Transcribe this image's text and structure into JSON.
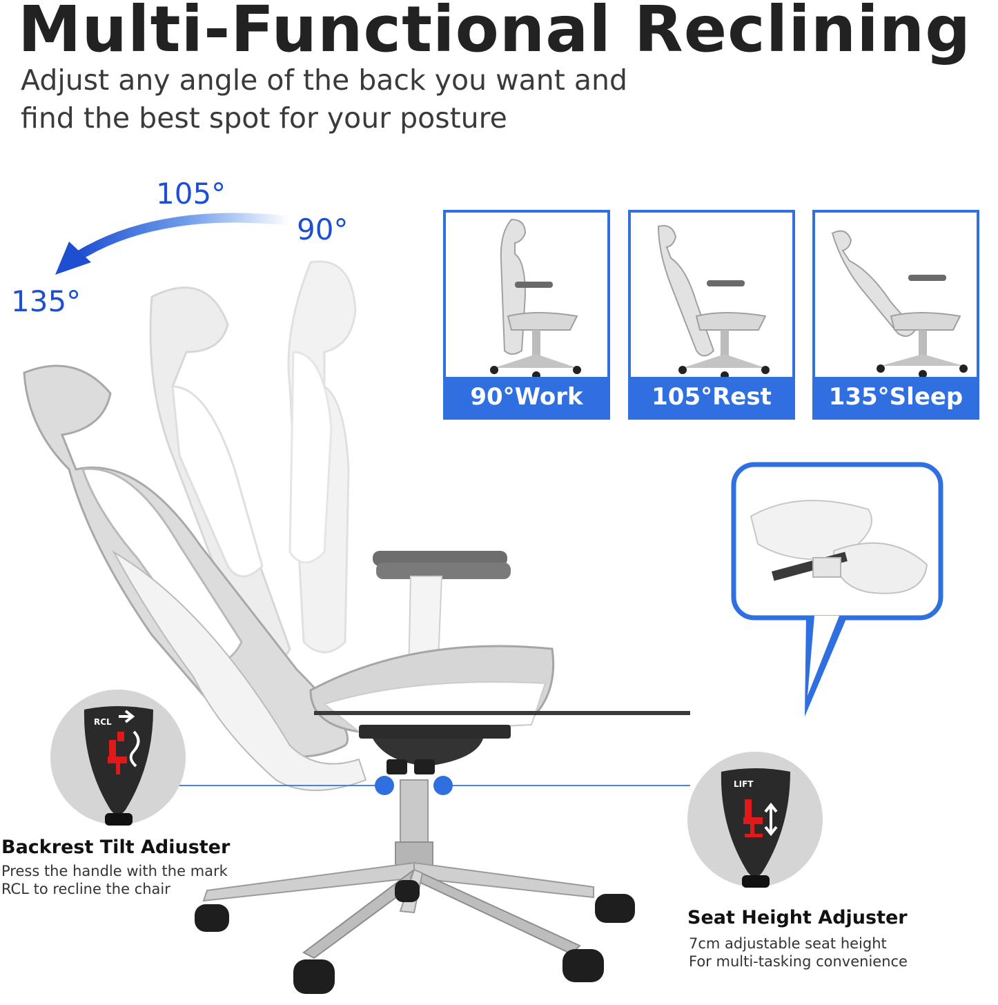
{
  "header": {
    "title": "Multi-Functional Reclining",
    "subtitle_line1": "Adjust any angle of the back you want and",
    "subtitle_line2": "find the best spot for your posture"
  },
  "angles": {
    "a105": "105°",
    "a90": "90°",
    "a135": "135°"
  },
  "panels": [
    {
      "label": "90°Work"
    },
    {
      "label": "105°Rest"
    },
    {
      "label": "135°Sleep"
    }
  ],
  "features": {
    "backrest": {
      "title": "Backrest Tilt Adiuster",
      "desc_line1": "Press the handle with the mark",
      "desc_line2": "RCL to recline the chair",
      "knob_text": "RCL"
    },
    "seat": {
      "title": "Seat Height Adjuster",
      "desc_line1": "7cm adjustable seat height",
      "desc_line2": "For multi-tasking convenience",
      "knob_text": "LIFT"
    }
  },
  "colors": {
    "accent": "#2f6fe0",
    "angle_text": "#1f4fd1",
    "knob_red": "#e0191b",
    "knob_dark": "#2a2a2a"
  },
  "icons": [
    "recline-arrow-icon",
    "recline-chair-icon",
    "lift-chair-icon",
    "up-down-arrow-icon"
  ]
}
